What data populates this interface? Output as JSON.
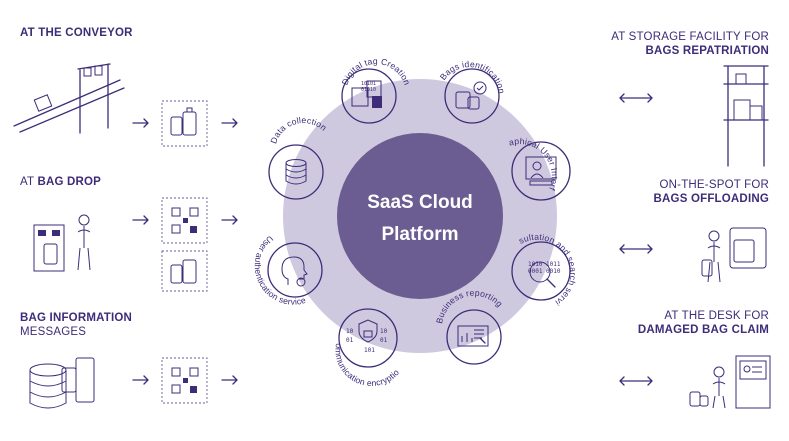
{
  "left": {
    "conveyor": {
      "bold": "AT THE CONVEYOR",
      "rest": ""
    },
    "bagdrop": {
      "pre": "AT ",
      "bold": "BAG DROP"
    },
    "bim": {
      "bold": "BAG INFORMATION",
      "rest": "MESSAGES"
    }
  },
  "right": {
    "storage": {
      "line1": "AT STORAGE FACILITY FOR",
      "line2": "BAGS REPATRIATION"
    },
    "offload": {
      "line1": "ON-THE-SPOT FOR",
      "line2": "BAGS OFFLOADING"
    },
    "desk": {
      "line1": "AT THE DESK FOR",
      "line2": "DAMAGED BAG CLAIM"
    }
  },
  "center": {
    "line1": "SaaS Cloud",
    "line2": "Platform"
  },
  "services": [
    {
      "label": "Digital tag Creation",
      "icon": "digital-tag-icon"
    },
    {
      "label": "Bags identification",
      "icon": "bag-check-icon"
    },
    {
      "label": "Graphical User Interface",
      "icon": "monitor-icon"
    },
    {
      "label": "Consultation and search services",
      "icon": "magnifier-icon"
    },
    {
      "label": "Business reporting",
      "icon": "chart-icon"
    },
    {
      "label": "Data & communication encryption service",
      "icon": "shield-lock-icon"
    },
    {
      "label": "User authentication service",
      "icon": "face-id-icon"
    },
    {
      "label": "Data collection",
      "icon": "database-icon"
    }
  ],
  "colors": {
    "accent": "#3d2c78",
    "ring": "#c9c3db",
    "core": "#6b5d91"
  }
}
